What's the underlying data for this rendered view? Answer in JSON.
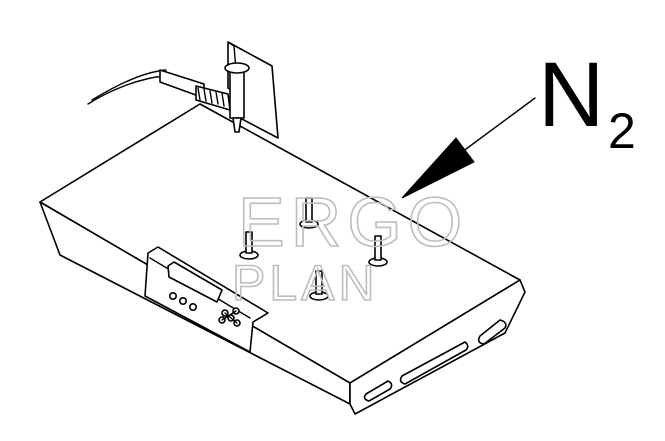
{
  "labels": {
    "gas_symbol": "N",
    "gas_subscript": "2"
  },
  "watermark": {
    "line1": "ERGO",
    "line2": "PLAN",
    "color": "#bdbdbd"
  },
  "colors": {
    "line": "#000000",
    "background": "#ffffff"
  },
  "icons": {
    "arrow": "arrow-pointer",
    "tool": "soldering-iron-icon",
    "nozzle": "nozzle-icon",
    "display": "lcd-display-icon",
    "buttons": "control-buttons-icon"
  }
}
